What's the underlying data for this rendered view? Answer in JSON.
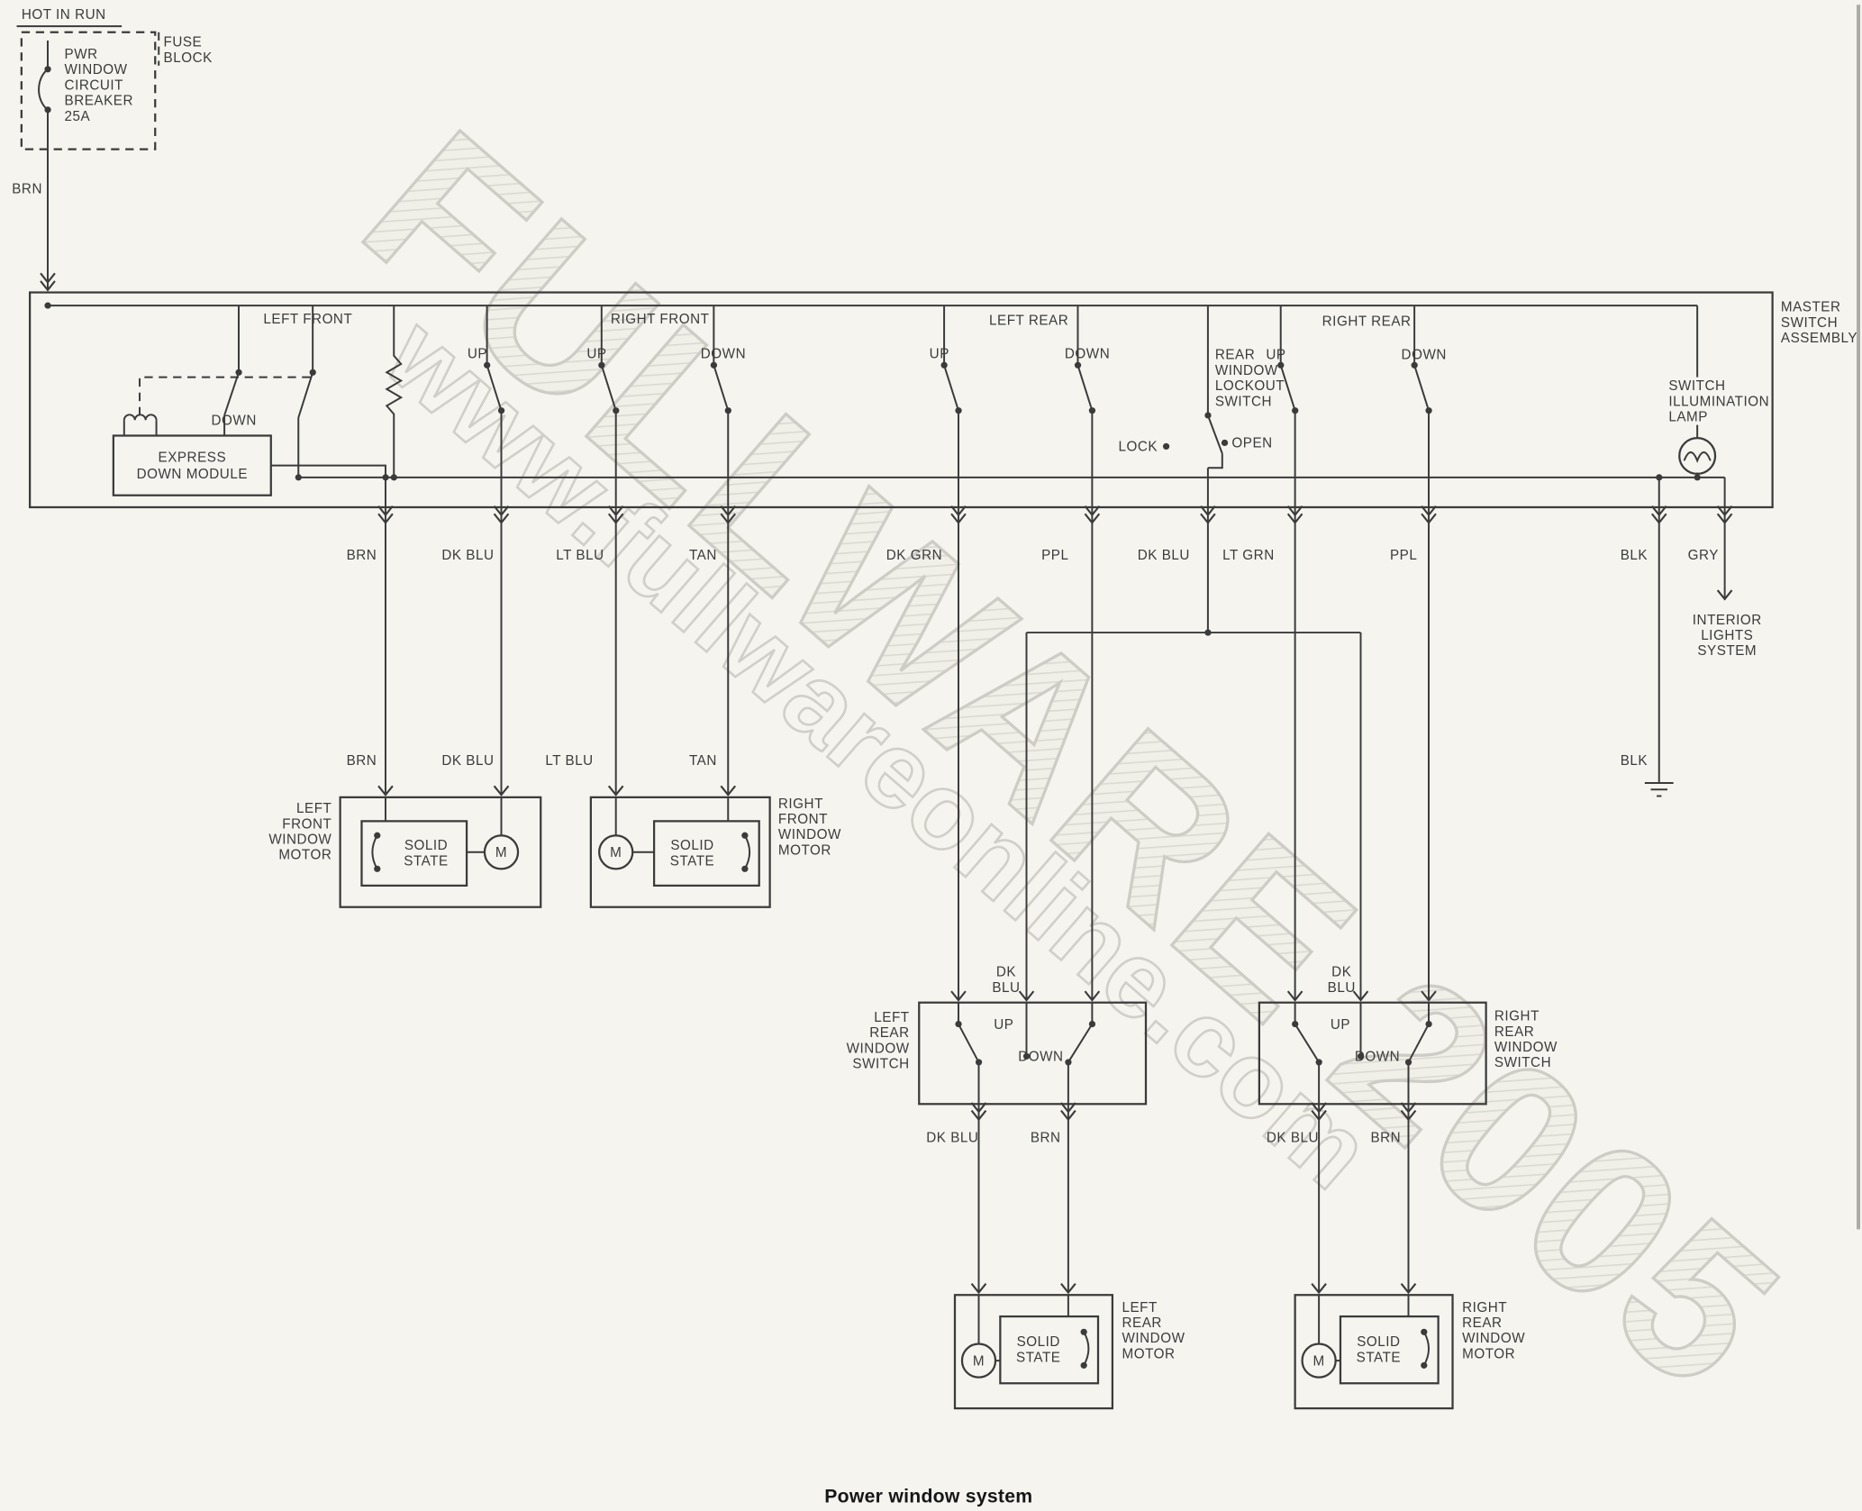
{
  "caption": "Power window system",
  "watermark": {
    "main": "FULLWARE 2005",
    "url": "www.fullwareonline.com"
  },
  "palette": {
    "ink": "#3b3b3b",
    "paper": "#f5f4ef",
    "watermark": "#b0aea6"
  },
  "power_feed": {
    "hot": "HOT IN RUN",
    "fuse_block": [
      "FUSE",
      "BLOCK"
    ],
    "breaker": [
      "PWR",
      "WINDOW",
      "CIRCUIT",
      "BREAKER",
      "25A"
    ]
  },
  "master_switch": {
    "assembly": [
      "MASTER",
      "SWITCH",
      "ASSEMBLY"
    ],
    "sections": [
      "LEFT FRONT",
      "RIGHT FRONT",
      "LEFT REAR",
      "RIGHT REAR"
    ],
    "up": "UP",
    "down": "DOWN",
    "express_module": [
      "EXPRESS",
      "DOWN MODULE"
    ],
    "lockout_switch": [
      "REAR",
      "WINDOW",
      "LOCKOUT",
      "SWITCH"
    ],
    "lock": "LOCK",
    "open": "OPEN",
    "illumination_lamp": [
      "SWITCH",
      "ILLUMINATION",
      "LAMP"
    ]
  },
  "wire_colors": {
    "brn": "BRN",
    "dk_blu": "DK BLU",
    "lt_blu": "LT BLU",
    "tan": "TAN",
    "dk_grn": "DK GRN",
    "ppl": "PPL",
    "lt_grn": "LT GRN",
    "blk": "BLK",
    "gry": "GRY",
    "dk": "DK",
    "blu": "BLU"
  },
  "interior_lights": [
    "INTERIOR",
    "LIGHTS",
    "SYSTEM"
  ],
  "rear_switches": {
    "left": [
      "LEFT",
      "REAR",
      "WINDOW",
      "SWITCH"
    ],
    "right": [
      "RIGHT",
      "REAR",
      "WINDOW",
      "SWITCH"
    ]
  },
  "motors": {
    "m": "M",
    "solid_state": [
      "SOLID",
      "STATE"
    ],
    "left_front": [
      "LEFT",
      "FRONT",
      "WINDOW",
      "MOTOR"
    ],
    "right_front": [
      "RIGHT",
      "FRONT",
      "WINDOW",
      "MOTOR"
    ],
    "left_rear": [
      "LEFT",
      "REAR",
      "WINDOW",
      "MOTOR"
    ],
    "right_rear": [
      "RIGHT",
      "REAR",
      "WINDOW",
      "MOTOR"
    ]
  }
}
